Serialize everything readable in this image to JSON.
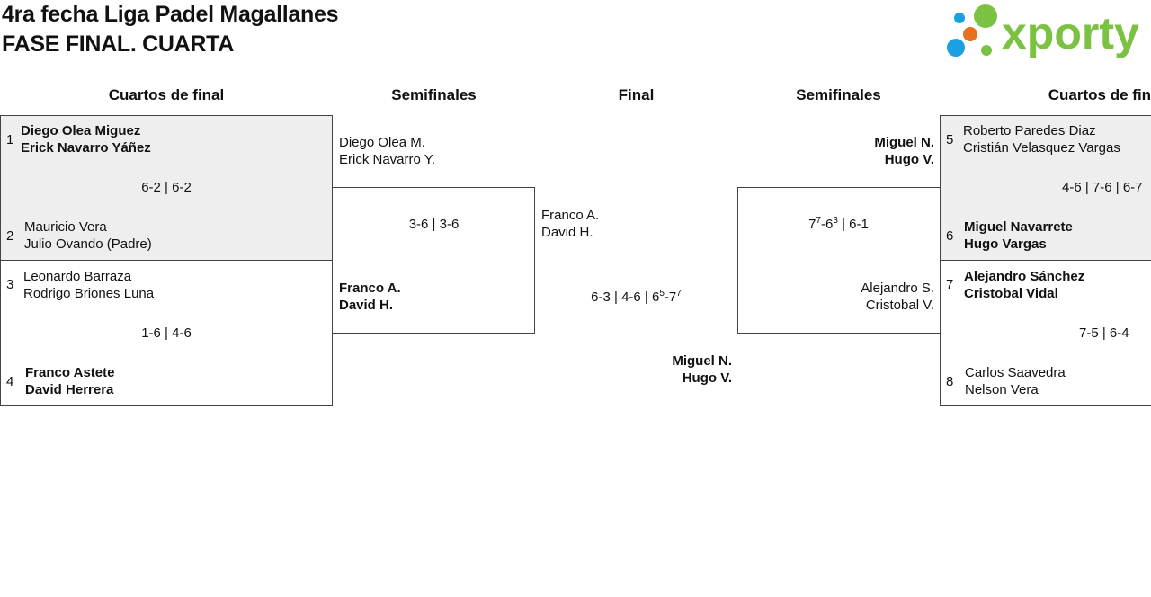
{
  "header": {
    "title": "4ra fecha Liga Padel Magallanes",
    "subtitle": "FASE FINAL. CUARTA",
    "logo_text": "xporty"
  },
  "colors": {
    "logo_green": "#7cc242",
    "logo_blue": "#1ba1e2",
    "logo_orange": "#e8701e",
    "shade": "#eeeeee",
    "border": "#444444"
  },
  "columns": {
    "left_quarter": "Cuartos de final",
    "left_semi": "Semifinales",
    "final": "Final",
    "right_semi": "Semifinales",
    "right_quarter": "Cuartos de final"
  },
  "left_qf1": {
    "seed_a": "1",
    "a1": "Diego Olea Miguez",
    "a2": "Erick Navarro Yáñez",
    "score": "6-2 | 6-2",
    "seed_b": "2",
    "b1": "Mauricio Vera",
    "b2": "Julio Ovando (Padre)"
  },
  "left_qf2": {
    "seed_a": "3",
    "a1": "Leonardo Barraza",
    "a2": "Rodrigo Briones Luna",
    "score": "1-6 | 4-6",
    "seed_b": "4",
    "b1": "Franco Astete",
    "b2": "David Herrera"
  },
  "left_sf": {
    "a1": "Diego Olea M.",
    "a2": "Erick Navarro Y.",
    "score": "3-6 | 3-6",
    "b1": "Franco A.",
    "b2": "David H."
  },
  "final": {
    "a1": "Franco A.",
    "a2": "David H.",
    "score_prefix": "6-3 | 4-6 | 6",
    "score_sup1": "5",
    "score_mid": "-7",
    "score_sup2": "7",
    "b1": "Miguel N.",
    "b2": "Hugo V."
  },
  "right_sf": {
    "a1": "Miguel N.",
    "a2": "Hugo V.",
    "score_a": "7",
    "score_sup1": "7",
    "score_b": "-6",
    "score_sup2": "3",
    "score_rest": " | 6-1",
    "b1": "Alejandro S.",
    "b2": "Cristobal V."
  },
  "right_qf1": {
    "seed_a": "5",
    "a1": "Roberto Paredes Diaz",
    "a2": "Cristián Velasquez Vargas",
    "score": "4-6 | 7-6 | 6-7",
    "seed_b": "6",
    "b1": "Miguel Navarrete",
    "b2": "Hugo Vargas"
  },
  "right_qf2": {
    "seed_a": "7",
    "a1": "Alejandro Sánchez",
    "a2": "Cristobal Vidal",
    "score": "7-5 | 6-4",
    "seed_b": "8",
    "b1": "Carlos Saavedra",
    "b2": "Nelson Vera"
  }
}
